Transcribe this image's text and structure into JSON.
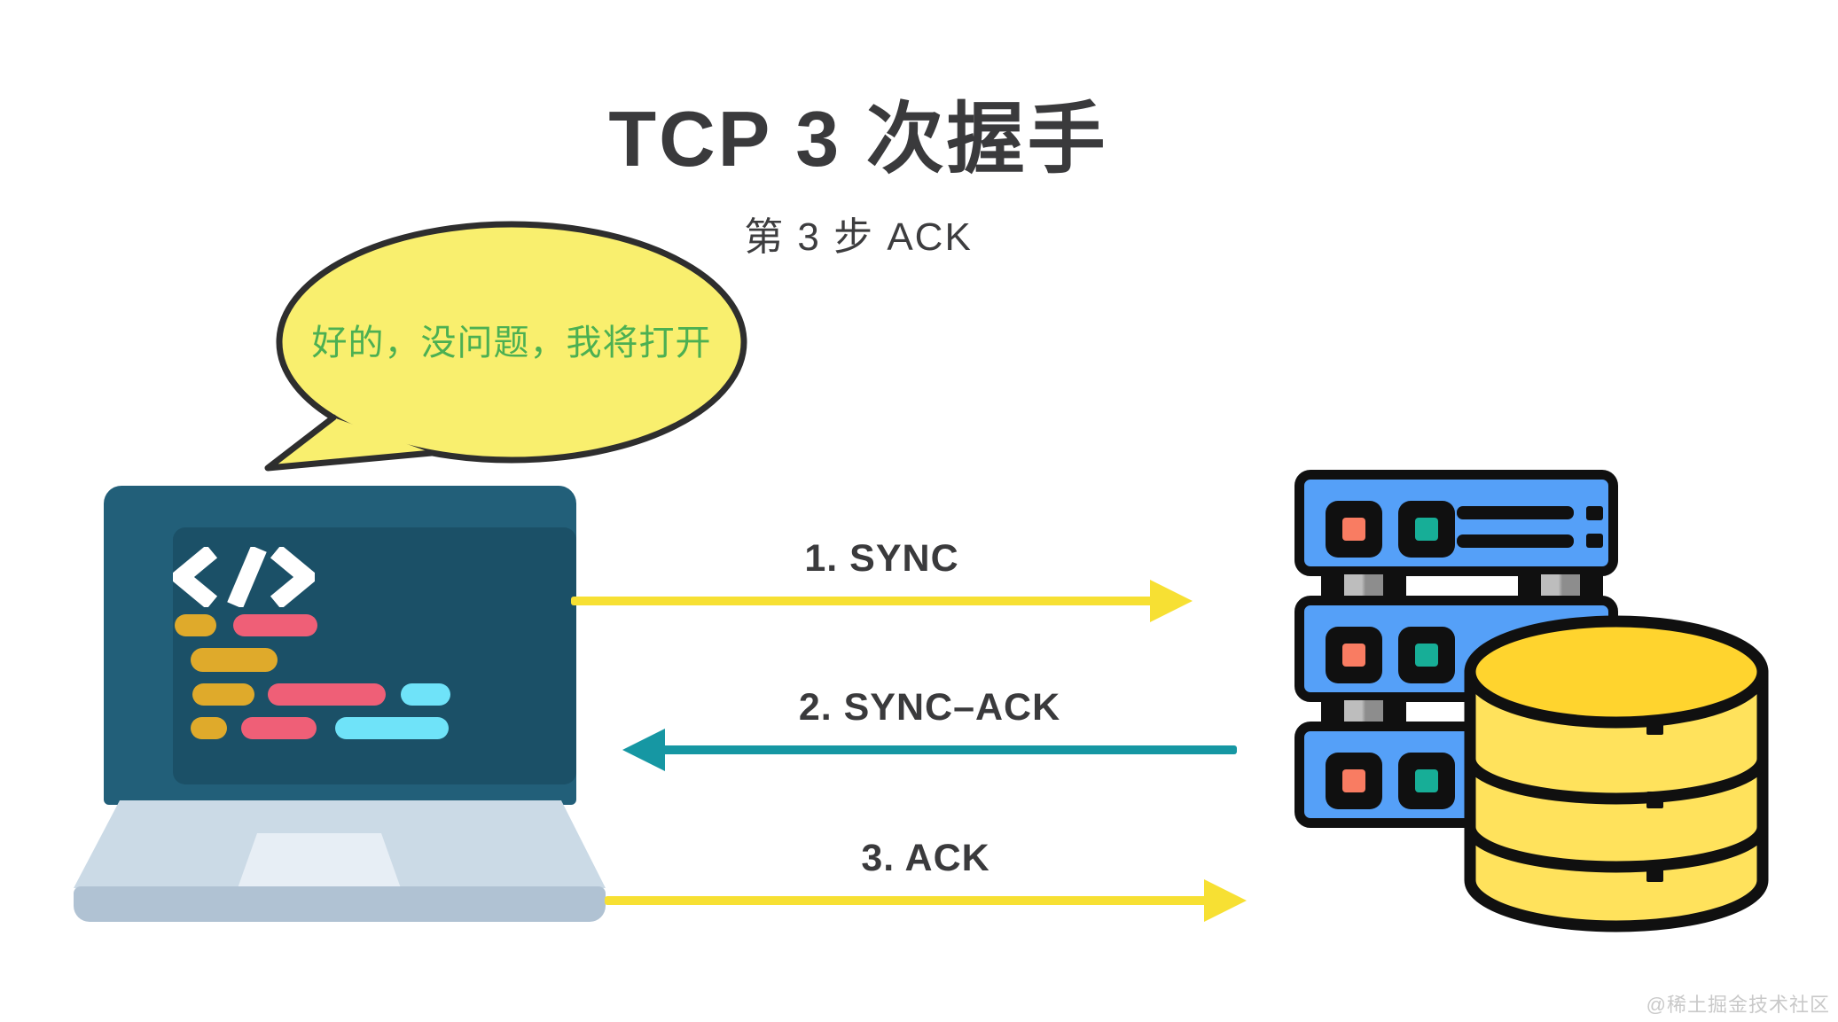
{
  "title": "TCP 3 次握手",
  "subtitle": "第 3 步 ACK",
  "speech_bubble": {
    "text": "好的，没问题，我将打开",
    "fill": "#F9EF6E",
    "border": "#2E2E2E",
    "text_color": "#4CB052"
  },
  "arrows": [
    {
      "step": 1,
      "label": "1. SYNC",
      "direction": "left-to-right",
      "color": "#F7E033"
    },
    {
      "step": 2,
      "label": "2. SYNC–ACK",
      "direction": "right-to-left",
      "color": "#1697A3"
    },
    {
      "step": 3,
      "label": "3. ACK",
      "direction": "left-to-right",
      "color": "#F7E033"
    }
  ],
  "watermark": "@稀土掘金技术社区",
  "icons": {
    "client": "laptop-code-icon",
    "server": "server-rack-icon",
    "database": "database-cylinder-icon",
    "bubble": "speech-bubble"
  },
  "colors": {
    "background": "#FFFFFF",
    "title_text": "#3A3A3C",
    "arrow_yellow": "#F7E033",
    "arrow_teal": "#1697A3",
    "laptop_frame": "#225F79",
    "laptop_screen": "#1B5067",
    "laptop_base": "#CBDAE6",
    "laptop_trackpad": "#E7EEF5",
    "laptop_base_bottom": "#B0C2D3",
    "code_gold": "#DFAA2B",
    "code_pink": "#EF5F77",
    "code_cyan": "#6FE3F9",
    "code_glyph": "#FFFFFF",
    "server_blue": "#55A0F8",
    "outline_black": "#101010",
    "indicator_red": "#F97C62",
    "indicator_green": "#17AE97",
    "foot_gray": "#9A9A9A",
    "db_body": "#FFE25C",
    "db_top": "#FFD42E",
    "watermark_gray": "#C9C9C9"
  }
}
